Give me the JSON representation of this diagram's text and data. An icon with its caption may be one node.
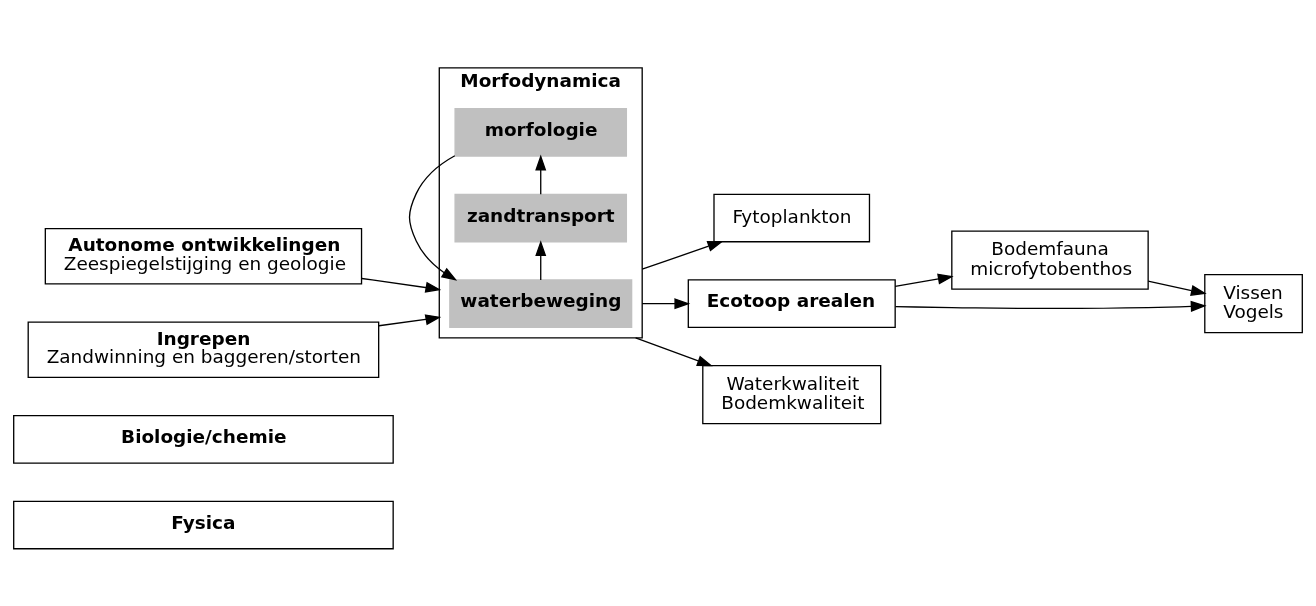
{
  "diagram": {
    "nodes": [
      {
        "text": [
          "Fysica"
        ]
      },
      {
        "text": [
          "Biologie/chemie"
        ]
      },
      {
        "text": [
          "Autonome ontwikkelingen",
          "Zeespiegelstijging en geologie"
        ]
      },
      {
        "text": [
          "Ingrepen",
          "Zandwinning en baggeren/storten"
        ]
      },
      {
        "text": [
          "Morfodynamica"
        ]
      },
      {
        "text": [
          "waterbeweging"
        ],
        "in": 4
      },
      {
        "text": [
          "zandtransport"
        ],
        "in": 4
      },
      {
        "text": [
          "morfologie"
        ],
        "in": 4
      },
      {
        "text": [
          "Fytoplankton"
        ]
      },
      {
        "text": [
          "Bodemfauna",
          "microfytobenthos"
        ]
      },
      {
        "text": [
          "Ecotoop arealen"
        ]
      },
      {
        "text": [
          "Vissen",
          "Vogels"
        ]
      },
      {
        "text": [
          "Waterkwaliteit",
          "Bodemkwaliteit"
        ]
      }
    ],
    "edges": [
      {
        "from": 2,
        "to": 4,
        "arrow": "to"
      },
      {
        "from": 3,
        "to": 4,
        "arrow": "to"
      },
      {
        "from": 5,
        "to": 6,
        "arrow": "to"
      },
      {
        "from": 6,
        "to": 7,
        "arrow": "to"
      },
      {
        "from": 7,
        "to": 5,
        "arrow": "to"
      },
      {
        "from": 4,
        "to": 8,
        "arrow": "to"
      },
      {
        "from": 4,
        "to": 10,
        "arrow": "to"
      },
      {
        "from": 4,
        "to": 12,
        "arrow": "to"
      },
      {
        "from": 10,
        "to": 9,
        "arrow": "to"
      },
      {
        "from": 10,
        "to": 11,
        "arrow": "to"
      },
      {
        "from": 9,
        "to": 11,
        "arrow": "to"
      }
    ]
  }
}
